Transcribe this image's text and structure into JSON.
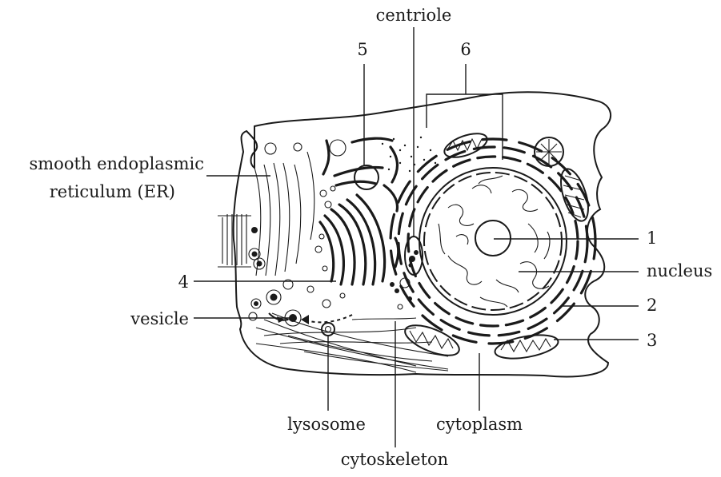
{
  "labels": {
    "centriole": "centriole",
    "n5": "5",
    "n6": "6",
    "smooth_er_line1": "smooth endoplasmic",
    "smooth_er_line2": "reticulum (ER)",
    "n1": "1",
    "nucleus": "nucleus",
    "n4": "4",
    "n2": "2",
    "vesicle": "vesicle",
    "n3": "3",
    "lysosome": "lysosome",
    "cytoplasm": "cytoplasm",
    "cytoskeleton": "cytoskeleton"
  }
}
